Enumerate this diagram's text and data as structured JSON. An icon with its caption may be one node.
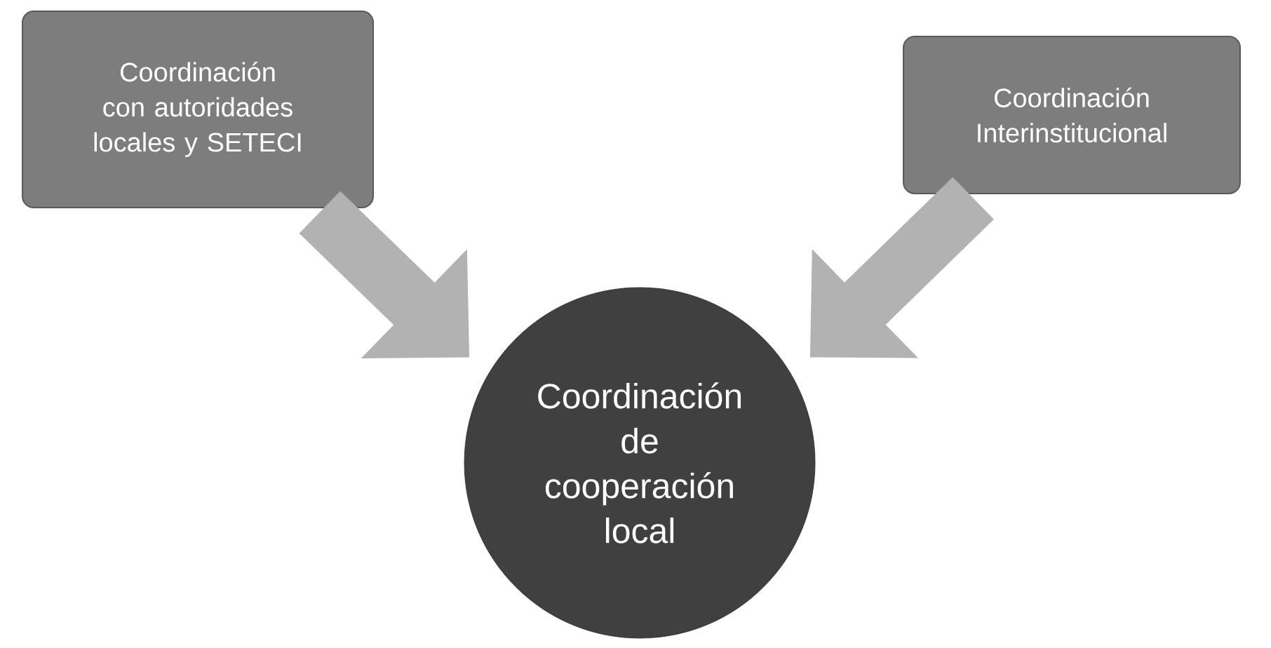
{
  "diagram": {
    "nodes": [
      {
        "text": [
          "Coordinación con autoridades locales y SETECI"
        ]
      },
      {
        "text": [
          "Coordinación Interinstitucional"
        ]
      },
      {
        "text": [
          "Coordinación de cooperación local"
        ]
      }
    ],
    "edges": [
      {
        "from": 0,
        "to": 2,
        "arrow": "to"
      },
      {
        "from": 1,
        "to": 2,
        "arrow": "to"
      }
    ]
  }
}
